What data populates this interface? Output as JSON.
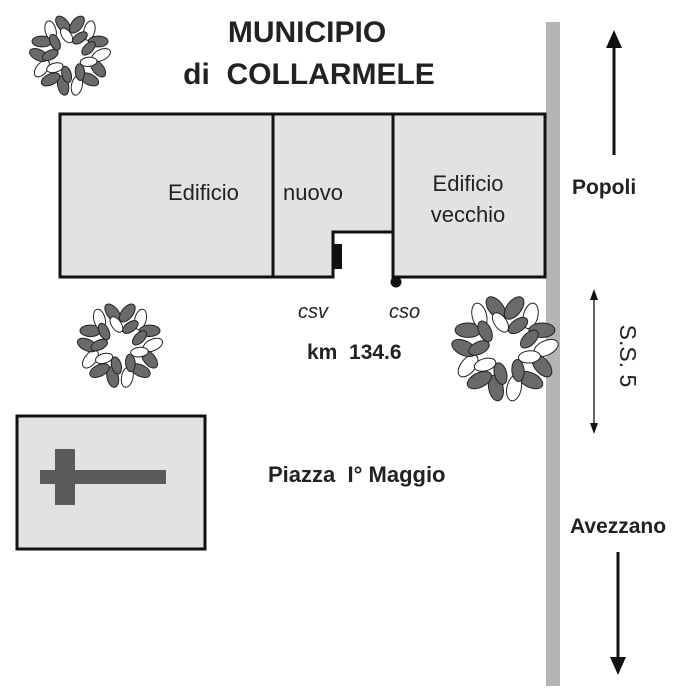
{
  "title": {
    "line1": "MUNICIPIO",
    "line2": "di  COLLARMELE"
  },
  "buildings": {
    "new_word1": "Edificio",
    "new_word2": "nuovo",
    "old_line1": "Edificio",
    "old_line2": "vecchio"
  },
  "markers": {
    "csv": "csv",
    "cso": "cso",
    "km": "km  134.6"
  },
  "road": {
    "name": "S.S. 5",
    "north_town": "Popoli",
    "south_town": "Avezzano"
  },
  "square": {
    "name": "Piazza  I° Maggio"
  },
  "colors": {
    "building_fill": "#e2e2e2",
    "outline": "#111111",
    "road": "#b5b5b5",
    "cross": "#5a5a5a",
    "tree_leaf": "#6a6a6a"
  }
}
